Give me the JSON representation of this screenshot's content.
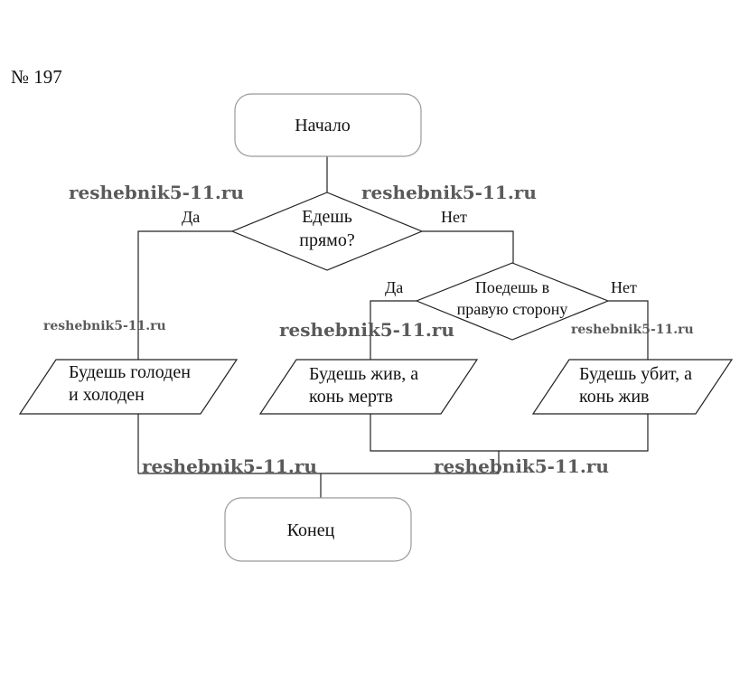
{
  "problem_number": "№ 197",
  "nodes": {
    "start": "Начало",
    "decision1_line1": "Едешь",
    "decision1_line2": "прямо?",
    "decision2_line1": "Поедешь в",
    "decision2_line2": "правую сторону",
    "output_left_line1": "Будешь голоден",
    "output_left_line2": "и холоден",
    "output_middle_line1": "Будешь жив, а",
    "output_middle_line2": "конь мертв",
    "output_right_line1": "Будешь убит, а",
    "output_right_line2": "конь жив",
    "end": "Конец"
  },
  "branches": {
    "d1_yes": "Да",
    "d1_no": "Нет",
    "d2_yes": "Да",
    "d2_no": "Нет"
  },
  "watermarks": {
    "w1": "reshebnik5-11.ru",
    "w2": "reshebnik5-11.ru",
    "w3": "reshebnik5-11.ru",
    "w4": "reshebnik5-11.ru",
    "w5": "reshebnik5-11.ru",
    "w6": "reshebnik5-11.ru",
    "w7": "reshebnik5-11.ru"
  }
}
